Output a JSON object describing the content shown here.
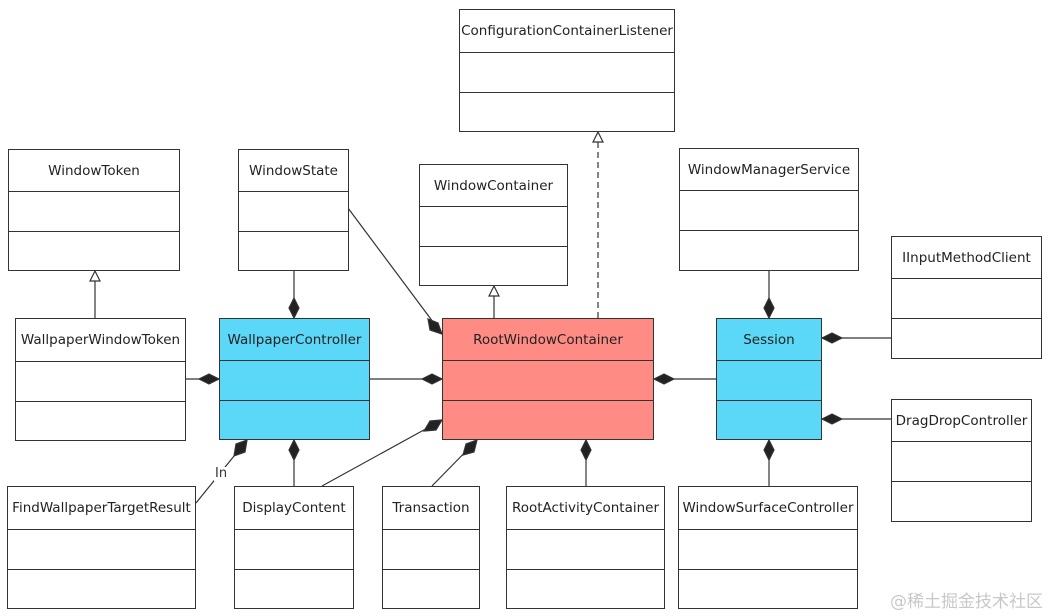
{
  "colors": {
    "highlight_blue": "#5bd7f7",
    "highlight_red": "#ff8b85",
    "plain": "#ffffff",
    "line": "#333333"
  },
  "classes": {
    "configuration_container_listener": "ConfigurationContainerListener",
    "window_token": "WindowToken",
    "window_state": "WindowState",
    "window_container": "WindowContainer",
    "window_manager_service": "WindowManagerService",
    "iinput_method_client": "IInputMethodClient",
    "wallpaper_window_token": "WallpaperWindowToken",
    "wallpaper_controller": "WallpaperController",
    "root_window_container": "RootWindowContainer",
    "session": "Session",
    "drag_drop_controller": "DragDropController",
    "find_wallpaper_target_result": "FindWallpaperTargetResult",
    "display_content": "DisplayContent",
    "transaction": "Transaction",
    "root_activity_container": "RootActivityContainer",
    "window_surface_controller": "WindowSurfaceController"
  },
  "edge_labels": {
    "find_result_link": "In"
  },
  "watermark": "@稀土掘金技术社区"
}
